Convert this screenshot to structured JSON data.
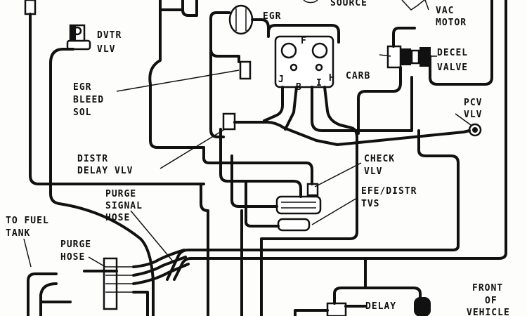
{
  "labels": {
    "source": "SOURCE",
    "vac_motor_1": "VAC",
    "vac_motor_2": "MOTOR",
    "egr": "EGR",
    "dvtr_1": "DVTR",
    "dvtr_2": "VLV",
    "decel_1": "DECEL",
    "decel_2": "VALVE",
    "carb": "CARB",
    "egr_bleed_1": "EGR",
    "egr_bleed_2": "BLEED",
    "egr_bleed_3": "SOL",
    "pcv_1": "PCV",
    "pcv_2": "VLV",
    "distr_1": "DISTR",
    "distr_2": "DELAY VLV",
    "check_1": "CHECK",
    "check_2": "VLV",
    "efe_1": "EFE/DISTR",
    "efe_2": "TVS",
    "purge_signal_1": "PURGE",
    "purge_signal_2": "SIGNAL",
    "purge_signal_3": "HOSE",
    "fuel_tank_1": "TO FUEL",
    "fuel_tank_2": "TANK",
    "purge_hose_1": "PURGE",
    "purge_hose_2": "HOSE",
    "front_1": "FRONT",
    "front_2": "OF",
    "front_3": "VEHICLE",
    "delay": "DELAY"
  },
  "carb_ports": {
    "f": "F",
    "j": "J",
    "b": "B",
    "i": "I",
    "h": "H"
  }
}
